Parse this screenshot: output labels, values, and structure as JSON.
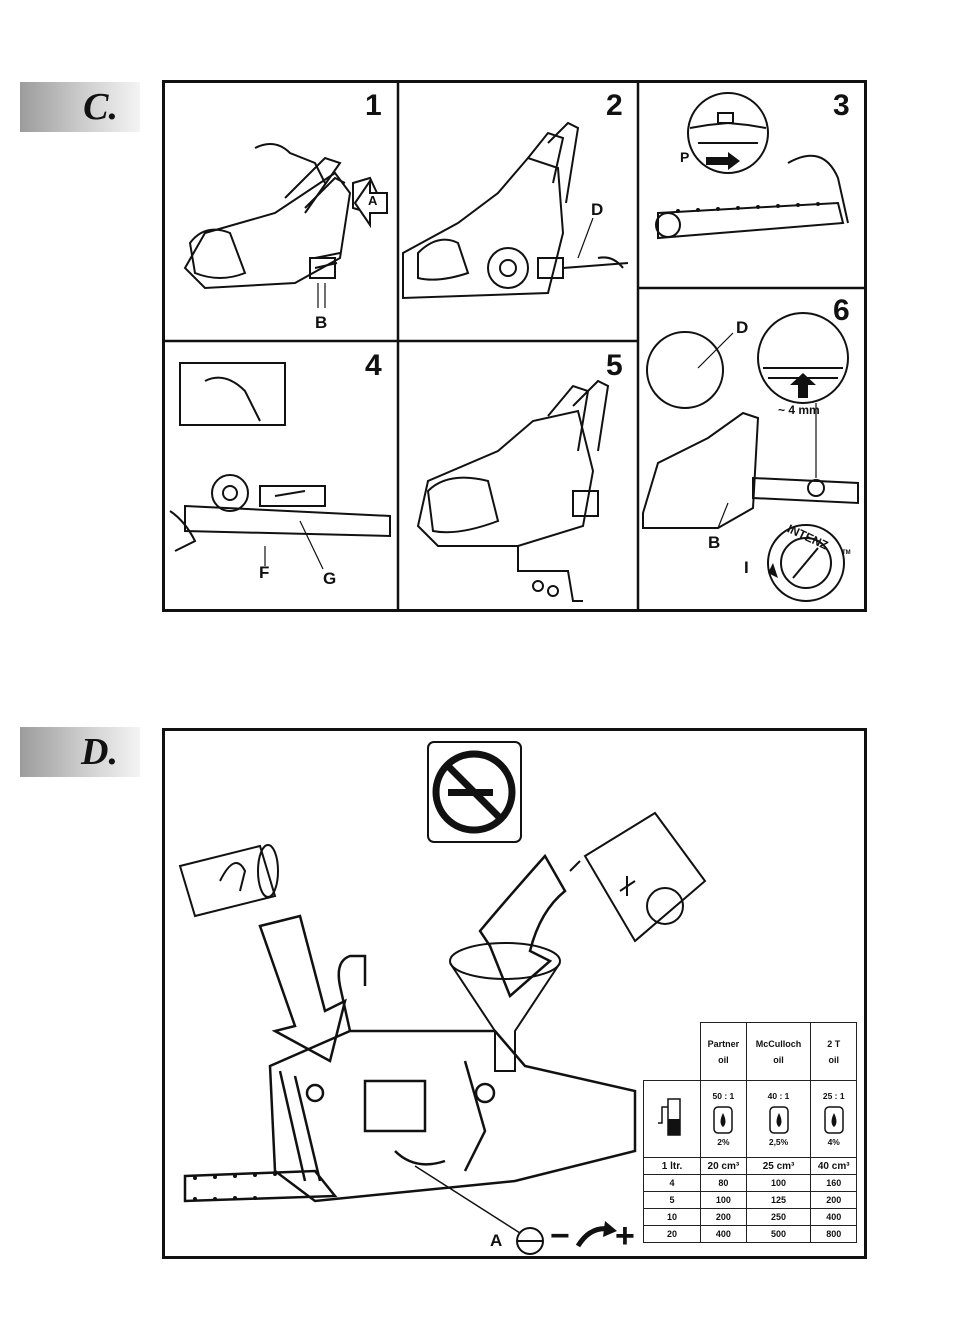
{
  "section_c": {
    "letter": "C.",
    "panels": [
      {
        "number": "1",
        "labels": [
          "A",
          "B"
        ]
      },
      {
        "number": "2",
        "labels": [
          "D"
        ]
      },
      {
        "number": "3",
        "labels": [
          "P"
        ]
      },
      {
        "number": "4",
        "labels": [
          "F",
          "G"
        ]
      },
      {
        "number": "5",
        "labels": []
      },
      {
        "number": "6",
        "labels": [
          "D",
          "B",
          "I"
        ],
        "measure": "~ 4 mm",
        "dial_text": "INTENZ",
        "tm": "TM"
      }
    ]
  },
  "section_d": {
    "letter": "D.",
    "carb_label": "A",
    "minus": "−",
    "plus": "+",
    "mix_table": {
      "headers": [
        {
          "line1": "Partner",
          "line2": "oil"
        },
        {
          "line1": "McCulloch",
          "line2": "oil"
        },
        {
          "line1": "2 T",
          "line2": "oil"
        }
      ],
      "ratios": [
        "50 : 1",
        "40 : 1",
        "25 : 1"
      ],
      "percents": [
        "2%",
        "2,5%",
        "4%"
      ],
      "rows": [
        [
          "1 ltr.",
          "20 cm³",
          "25 cm³",
          "40 cm³"
        ],
        [
          "4",
          "80",
          "100",
          "160"
        ],
        [
          "5",
          "100",
          "125",
          "200"
        ],
        [
          "10",
          "200",
          "250",
          "400"
        ],
        [
          "20",
          "400",
          "500",
          "800"
        ]
      ]
    }
  }
}
